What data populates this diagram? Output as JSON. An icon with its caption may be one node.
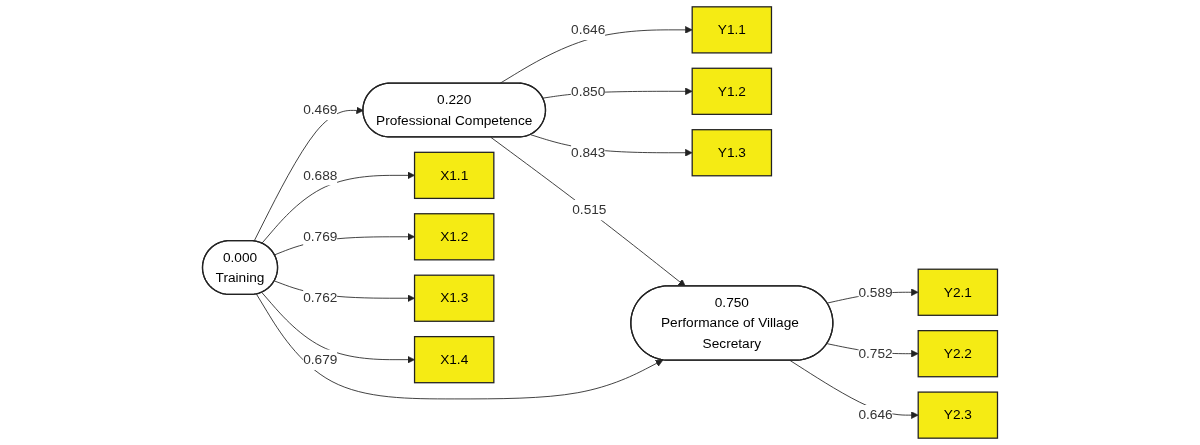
{
  "diagram": {
    "nodes": [
      {
        "text": [
          "Y1.1"
        ]
      },
      {
        "text": [
          "Y1.2"
        ]
      },
      {
        "text": [
          "Y1.3"
        ]
      },
      {
        "text": [
          "0.220",
          "Professional Competence"
        ]
      },
      {
        "text": [
          "X1.1"
        ]
      },
      {
        "text": [
          "X1.2"
        ]
      },
      {
        "text": [
          "X1.3"
        ]
      },
      {
        "text": [
          "X1.4"
        ]
      },
      {
        "text": [
          "0.000",
          "Training"
        ]
      },
      {
        "text": [
          "0.750",
          "Performance of Village Secretary"
        ]
      },
      {
        "text": [
          "Y2.1"
        ]
      },
      {
        "text": [
          "Y2.2"
        ]
      },
      {
        "text": [
          "Y2.3"
        ]
      }
    ],
    "edges": [
      {
        "from": 3,
        "to": 0,
        "arrow": "to",
        "label": "0.646"
      },
      {
        "from": 3,
        "to": 1,
        "arrow": "to",
        "label": "0.850"
      },
      {
        "from": 3,
        "to": 2,
        "arrow": "to",
        "label": "0.843"
      },
      {
        "from": 8,
        "to": 3,
        "arrow": "to",
        "label": "0.469"
      },
      {
        "from": 3,
        "to": 9,
        "arrow": "to",
        "label": "0.515"
      },
      {
        "from": 8,
        "to": 9,
        "arrow": "to"
      },
      {
        "from": 8,
        "to": 4,
        "arrow": "to",
        "label": "0.688"
      },
      {
        "from": 8,
        "to": 5,
        "arrow": "to",
        "label": "0.769"
      },
      {
        "from": 8,
        "to": 6,
        "arrow": "to",
        "label": "0.762"
      },
      {
        "from": 8,
        "to": 7,
        "arrow": "to",
        "label": "0.679"
      },
      {
        "from": 9,
        "to": 10,
        "arrow": "to",
        "label": "0.589"
      },
      {
        "from": 9,
        "to": 11,
        "arrow": "to",
        "label": "0.752"
      },
      {
        "from": 9,
        "to": 12,
        "arrow": "to",
        "label": "0.646"
      }
    ]
  }
}
